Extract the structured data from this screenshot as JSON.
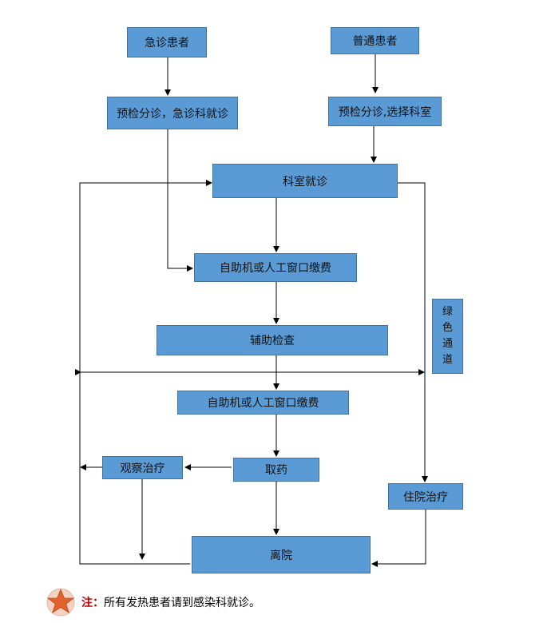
{
  "nodes": {
    "emergency_patient": "急诊患者",
    "regular_patient": "普通患者",
    "triage_emergency": "预检分诊，急诊科就诊",
    "triage_select": "预检分诊,选择科室",
    "dept_visit": "科室就诊",
    "payment_1": "自助机或人工窗口缴费",
    "aux_exam": "辅助检查",
    "payment_2": "自助机或人工窗口缴费",
    "pharmacy": "取药",
    "observation": "观察治疗",
    "hospitalization": "住院治疗",
    "discharge": "离院",
    "green_channel": [
      "绿",
      "色",
      "通",
      "道"
    ]
  },
  "note": {
    "label": "注：",
    "text": "所有发热患者请到感染科就诊。"
  },
  "colors": {
    "node_fill": "#5b9bd5",
    "node_border": "#41719c",
    "note_label": "#c00000",
    "star": "#e2622b"
  }
}
